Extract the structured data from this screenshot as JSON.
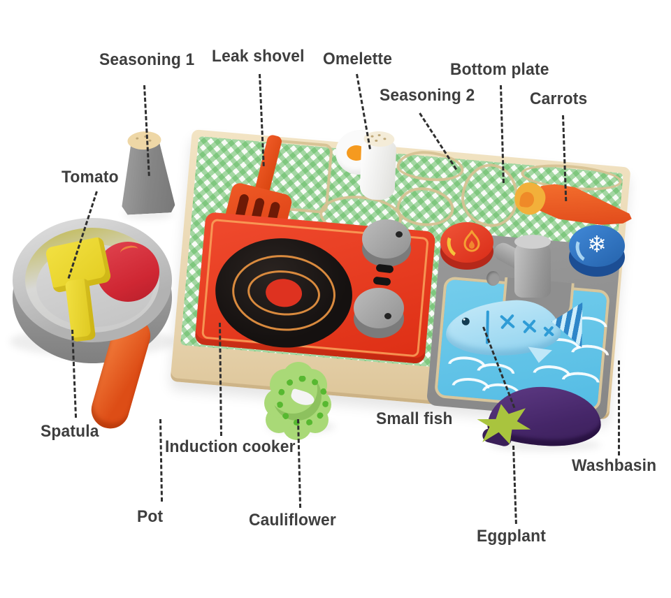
{
  "scene": {
    "description": "Annotated photo of a wooden toy kitchen puzzle board (induction cooker + washbasin) with play food accessories",
    "background_color": "#ffffff"
  },
  "annotations": [
    {
      "id": "seasoning-1",
      "text": "Seasoning 1"
    },
    {
      "id": "leak-shovel",
      "text": "Leak shovel"
    },
    {
      "id": "omelette",
      "text": "Omelette"
    },
    {
      "id": "seasoning-2",
      "text": "Seasoning 2"
    },
    {
      "id": "bottom-plate",
      "text": "Bottom plate"
    },
    {
      "id": "carrots",
      "text": "Carrots"
    },
    {
      "id": "tomato",
      "text": "Tomato"
    },
    {
      "id": "spatula",
      "text": "Spatula"
    },
    {
      "id": "induction-cooker",
      "text": "Induction cooker"
    },
    {
      "id": "pot",
      "text": "Pot"
    },
    {
      "id": "cauliflower",
      "text": "Cauliflower"
    },
    {
      "id": "small-fish",
      "text": "Small fish"
    },
    {
      "id": "eggplant",
      "text": "Eggplant"
    },
    {
      "id": "washbasin",
      "text": "Washbasin"
    }
  ],
  "icons": {
    "fire": "fire-icon",
    "snowflake": "snowflake-icon",
    "snowflake_glyph": "❄"
  },
  "colors": {
    "label_text": "#3e3e3e",
    "leader_line": "#2f2f2f",
    "board_wood": "#e8d6b2",
    "gingham_green": "#60ba60",
    "cooker_red": "#e8402a",
    "cooker_ring_orange": "#d98a3e",
    "hotplate_black": "#151110",
    "knob_gray": "#a5a5a5",
    "sink_gray": "#8e8e8e",
    "basin_blue": "#5fc3e9",
    "fish_blue": "#a3dcf4",
    "fish_detail_blue": "#2f9cd6",
    "hot_button_red": "#e03524",
    "cold_button_blue": "#2e6fc0",
    "faucet_gray": "#a6a6a6",
    "carrot_orange": "#ef5c22",
    "carrot_leaf_yellow": "#f2b03a",
    "leak_shovel_orange": "#e04f1e",
    "spatula_yellow": "#ecd92f",
    "tomato_red": "#d5323a",
    "pot_silver": "#b9b9b9",
    "pot_handle_orange": "#e85c22",
    "cauliflower_green": "#a9d977",
    "cauliflower_dark_green": "#57b831",
    "eggplant_purple": "#46276a",
    "eggplant_calyx_green": "#a9c43e",
    "omelette_white": "#fafafa",
    "yolk_orange": "#f59a1f",
    "seasoning1_gray": "#8e8e8e",
    "seasoning_cap_cream": "#f0e0bc"
  }
}
